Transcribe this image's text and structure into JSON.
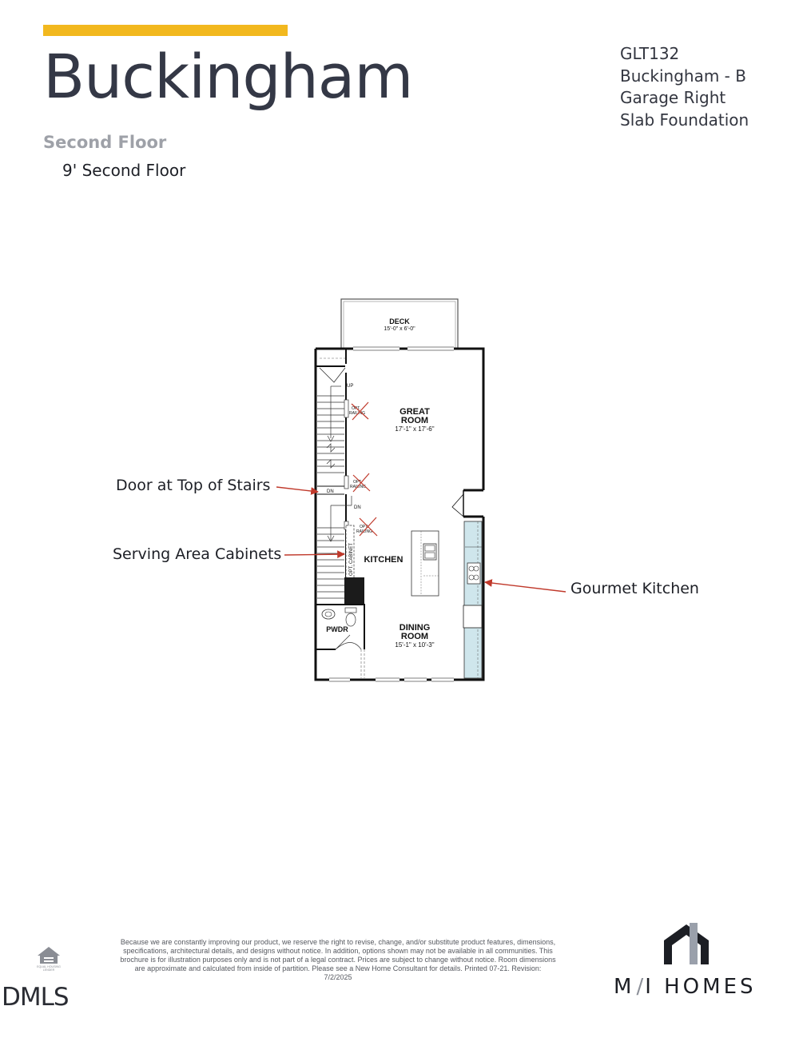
{
  "header": {
    "title": "Buckingham",
    "subtitle": "Second Floor",
    "floor_note": "9' Second Floor",
    "accent_color": "#f2b81e"
  },
  "info_block": {
    "lines": [
      "GLT132",
      "Buckingham - B",
      "Garage Right",
      "Slab Foundation"
    ]
  },
  "plan": {
    "rooms": {
      "deck_name": "DECK",
      "deck_dim": "15'-0\" x 6'-0\"",
      "great_room_line1": "GREAT",
      "great_room_line2": "ROOM",
      "great_room_dim": "17'-1\" x 17'-6\"",
      "kitchen": "KITCHEN",
      "dining_line1": "DINING",
      "dining_line2": "ROOM",
      "dining_dim": "15'-1\" x 10'-3\"",
      "powder": "PWDR"
    },
    "small_labels": {
      "up": "UP",
      "dn1": "DN",
      "dn2": "DN",
      "opt_railing1_l1": "OPT.",
      "opt_railing1_l2": "RAILING",
      "opt_railing2_l1": "OPT.",
      "opt_railing2_l2": "RAILING",
      "opt_railing3_l1": "OPT.",
      "opt_railing3_l2": "RAILING",
      "opt_cabinet": "OPT. CABINET"
    },
    "arrow_color": "#c0392b",
    "cabinet_color": "#cfe6ec"
  },
  "callouts": {
    "door_top_stairs": "Door at Top of Stairs",
    "serving_area": "Serving Area Cabinets",
    "gourmet_kitchen": "Gourmet Kitchen"
  },
  "footer": {
    "disclaimer": "Because we are constantly improving our product, we reserve the right to revise, change, and/or substitute product features, dimensions, specifications, architectural details, and designs without notice. In addition, options shown may not be available in all communities. This brochure is for illustration purposes only and is not part of a legal contract. Prices are subject to change without notice. Room dimensions are approximate and calculated from inside of partition. Please see a New Home Consultant for details. Printed 07-21. Revision: 7/2/2025",
    "equal_housing_l1": "EQUAL HOUSING",
    "equal_housing_l2": "LENDER",
    "dmls": "DMLS",
    "brand_m": "M",
    "brand_slash": "/",
    "brand_rest": "I HOMES"
  }
}
